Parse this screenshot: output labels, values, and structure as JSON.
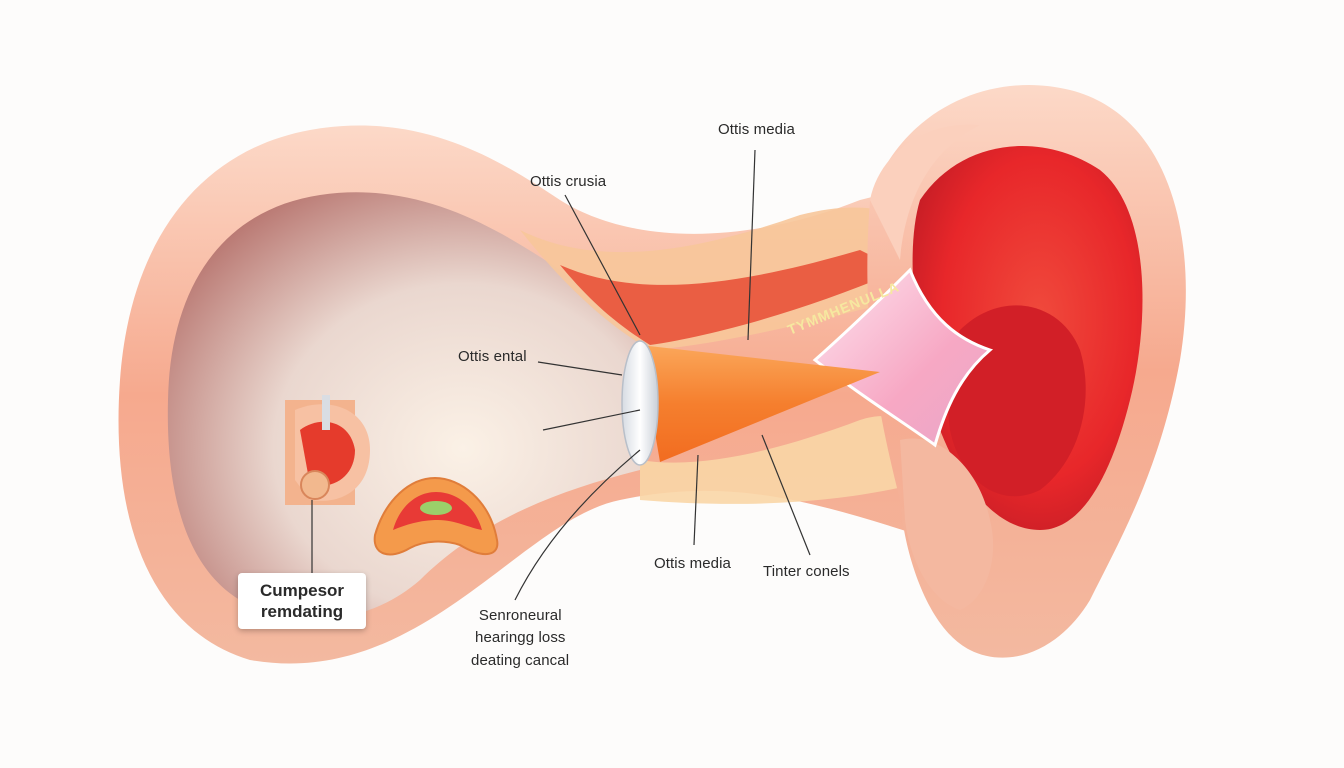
{
  "labels": {
    "otitis_media_top": "Ottis media",
    "otitis_crusia": "Ottis crusia",
    "otitis_ental": "Ottis ental",
    "otitis_media_bottom": "Ottis media",
    "tinter_conels": "Tinter conels",
    "sensorineural": "Senroneural\nhearingg loss",
    "deating_cancal": "deating cancal",
    "canal_text": "TYMMHENULLA"
  },
  "inset_box": {
    "line1": "Cumpesor",
    "line2": "remdating"
  },
  "colors": {
    "skin": "#f6a98e",
    "skin_light": "#fbd2bf",
    "red": "#e8272a",
    "orange": "#f57f2e",
    "cavity": "#e9d6cf"
  }
}
